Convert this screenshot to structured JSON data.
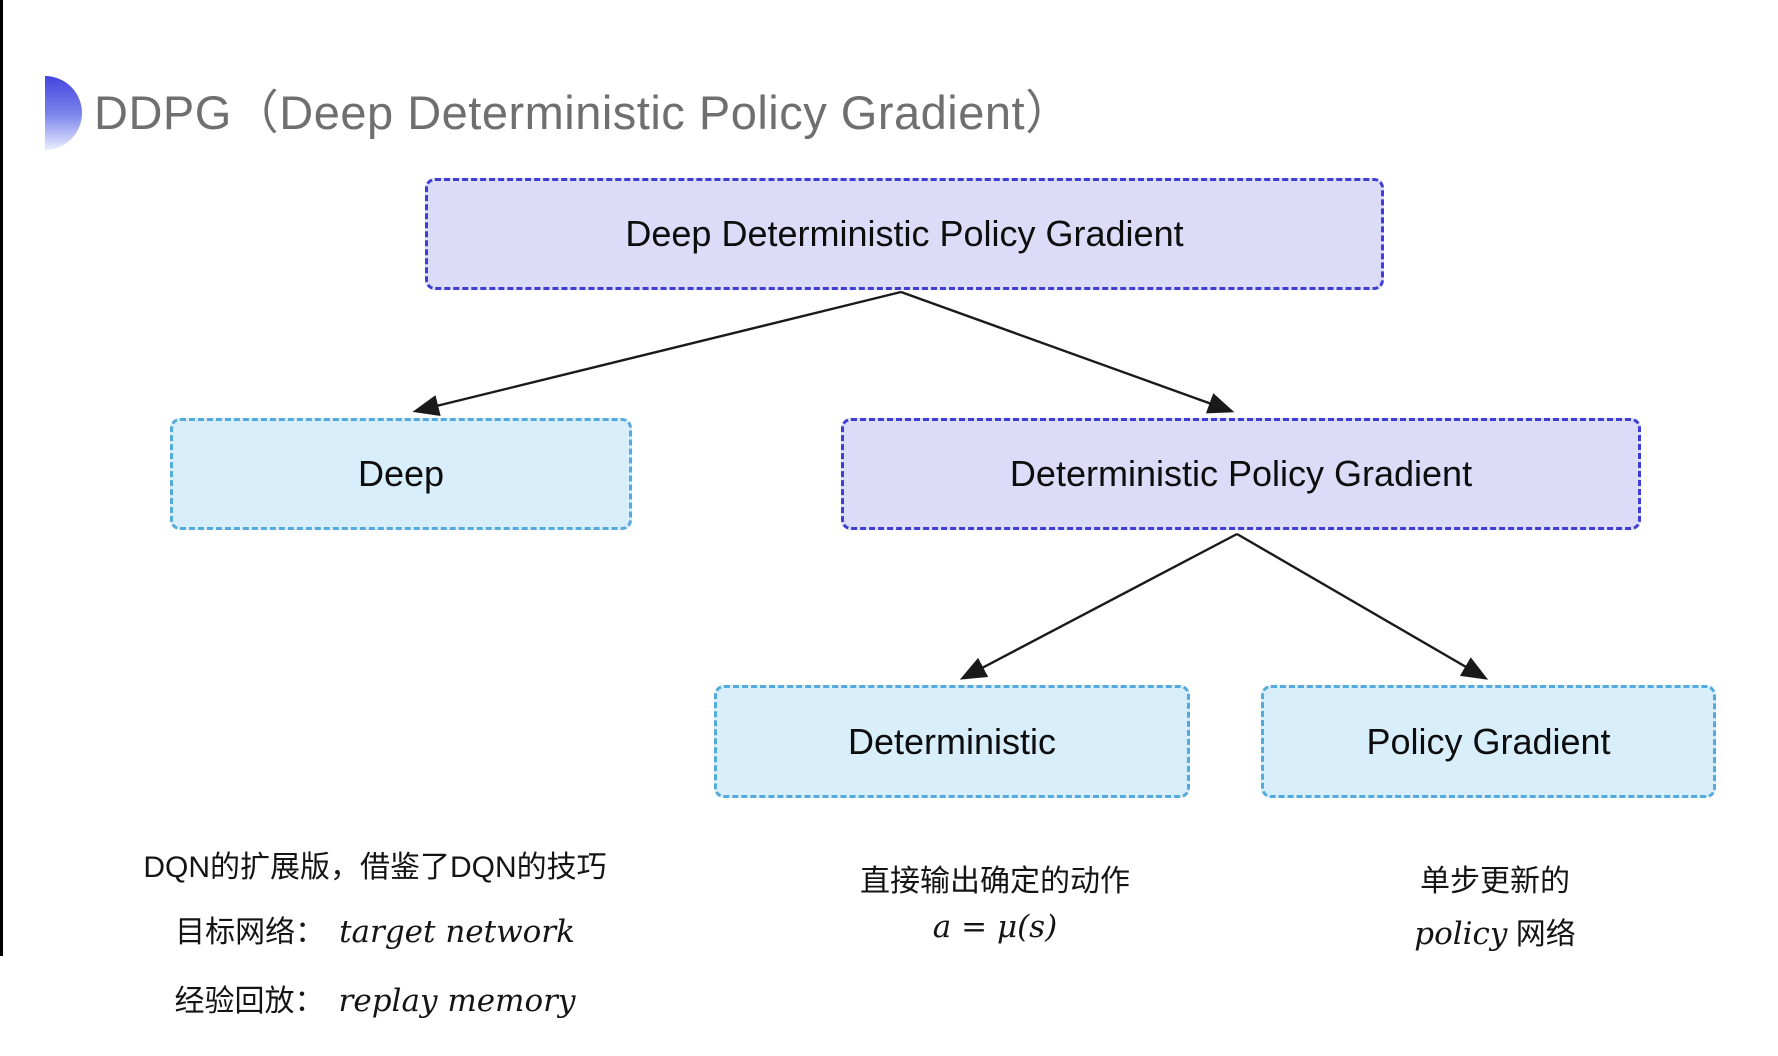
{
  "title": {
    "text": "DDPG（Deep Deterministic Policy Gradient）"
  },
  "colors": {
    "title_text": "#6f6f6f",
    "bullet_gradient_top": "#4444de",
    "bullet_gradient_bottom": "#e9edfe",
    "purple_node_fill": "#dcdcf8",
    "purple_node_border": "#3e3ed4",
    "cyan_node_fill": "#d9eefb",
    "cyan_node_border": "#54aadc",
    "arrow": "#1a1a1a",
    "body_text": "#141414"
  },
  "diagram": {
    "nodes": [
      {
        "id": "ddpg",
        "label": "Deep Deterministic Policy Gradient",
        "variant": "purple"
      },
      {
        "id": "deep",
        "label": "Deep",
        "variant": "cyan"
      },
      {
        "id": "dpg",
        "label": "Deterministic Policy Gradient",
        "variant": "purple"
      },
      {
        "id": "deterministic",
        "label": "Deterministic",
        "variant": "cyan"
      },
      {
        "id": "policy_gradient",
        "label": "Policy Gradient",
        "variant": "cyan"
      }
    ],
    "edges": [
      {
        "from": "ddpg",
        "to": "deep"
      },
      {
        "from": "ddpg",
        "to": "dpg"
      },
      {
        "from": "dpg",
        "to": "deterministic"
      },
      {
        "from": "dpg",
        "to": "policy_gradient"
      }
    ]
  },
  "notes": {
    "deep": {
      "line1": "DQN的扩展版，借鉴了DQN的技巧",
      "line2_label": "目标网络：",
      "line2_value": "target network",
      "line3_label": "经验回放：",
      "line3_value": "replay memory"
    },
    "deterministic": {
      "line1": "直接输出确定的动作",
      "line2": "a = μ(s)"
    },
    "policy_gradient": {
      "line1": "单步更新的",
      "line2_italic": "policy",
      "line2_rest": " 网络"
    }
  }
}
